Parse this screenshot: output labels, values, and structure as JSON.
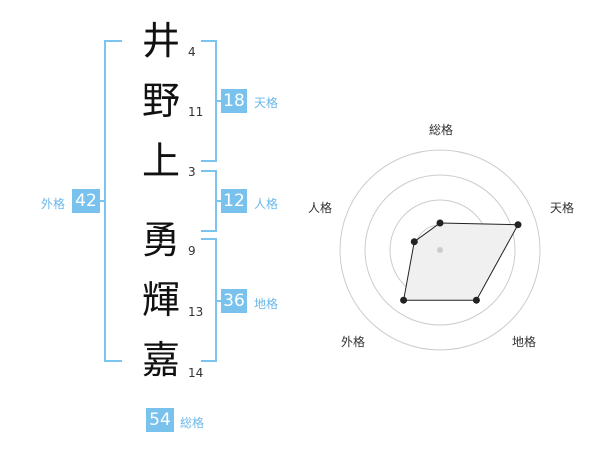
{
  "name_chars": [
    {
      "char": "井",
      "strokes": "4"
    },
    {
      "char": "野",
      "strokes": "11"
    },
    {
      "char": "上",
      "strokes": "3"
    },
    {
      "char": "勇",
      "strokes": "9"
    },
    {
      "char": "輝",
      "strokes": "13"
    },
    {
      "char": "嘉",
      "strokes": "14"
    }
  ],
  "scores": {
    "tenkaku": {
      "value": "18",
      "label": "天格"
    },
    "jinkaku": {
      "value": "12",
      "label": "人格"
    },
    "chikaku": {
      "value": "36",
      "label": "地格"
    },
    "gaikaku": {
      "value": "42",
      "label": "外格"
    },
    "soukaku": {
      "value": "54",
      "label": "総格"
    }
  },
  "radar": {
    "axes": [
      "総格",
      "天格",
      "地格",
      "外格",
      "人格"
    ],
    "levels": 4,
    "values": [
      0.27,
      0.82,
      0.62,
      0.62,
      0.27
    ],
    "colors": {
      "grid": "#cccccc",
      "fill": "#f0f0f0",
      "line": "#222222",
      "center": "#cccccc"
    }
  }
}
